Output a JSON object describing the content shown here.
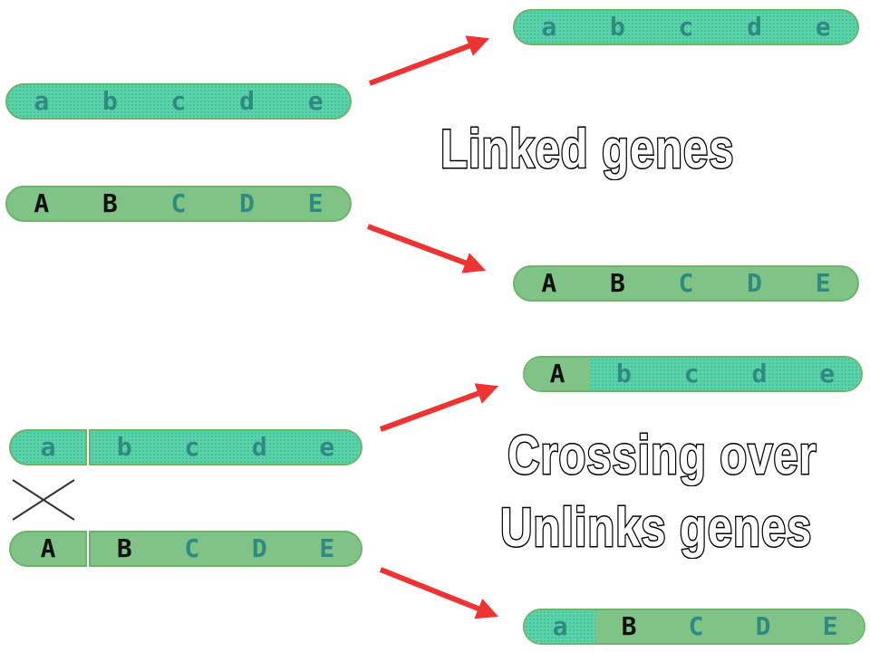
{
  "labels": {
    "linked": "Linked genes",
    "crossing_line1": "Crossing over",
    "crossing_line2": "Unlinks genes"
  },
  "colors": {
    "teal": "#58d4ab",
    "green": "#7fc387",
    "arrow": "#ee3333",
    "gene_dark": "#111111",
    "gene_muted": "#2f8a82"
  },
  "parents_top": {
    "upper": [
      "a",
      "b",
      "c",
      "d",
      "e"
    ],
    "lower": [
      "A",
      "B",
      "C",
      "D",
      "E"
    ]
  },
  "products_top": {
    "upper": [
      "a",
      "b",
      "c",
      "d",
      "e"
    ],
    "lower": [
      "A",
      "B",
      "C",
      "D",
      "E"
    ]
  },
  "parents_bottom": {
    "upper_left": "a",
    "upper_right": [
      "b",
      "c",
      "d",
      "e"
    ],
    "lower_left": "A",
    "lower_right": [
      "B",
      "C",
      "D",
      "E"
    ]
  },
  "products_bottom": {
    "upper_left": "A",
    "upper_right": [
      "b",
      "c",
      "d",
      "e"
    ],
    "lower_left": "a",
    "lower_right": [
      "B",
      "C",
      "D",
      "E"
    ]
  }
}
